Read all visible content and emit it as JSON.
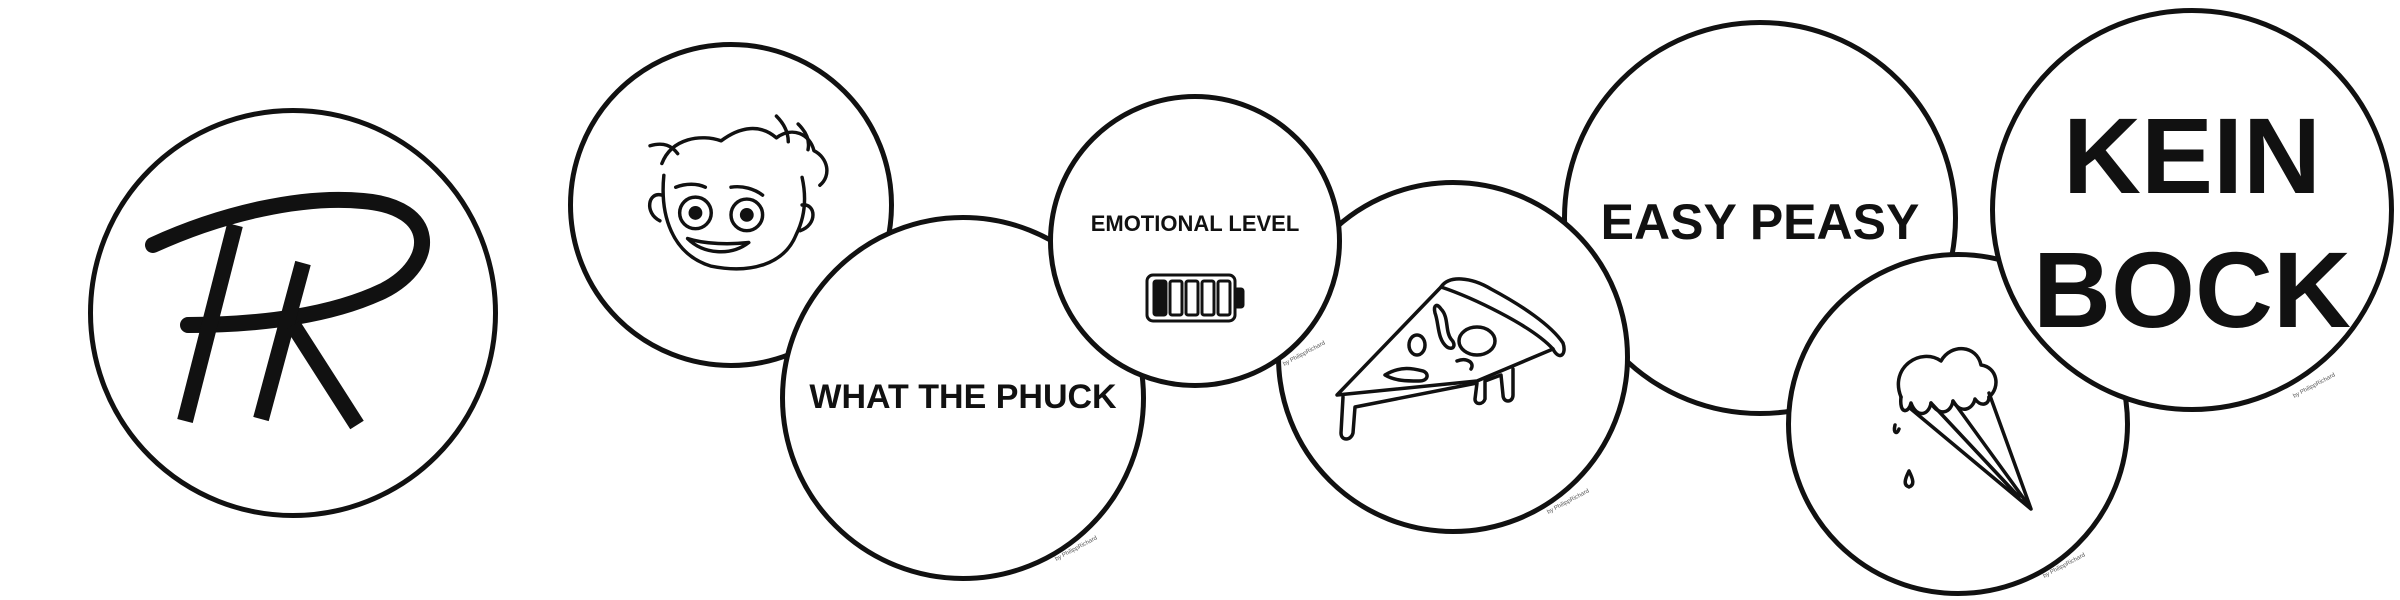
{
  "stickers": {
    "logo": {
      "icon": "hk-monogram-icon"
    },
    "face": {
      "icon": "cartoon-face-icon"
    },
    "wtp": {
      "text": "WHAT THE PHUCK"
    },
    "emotion": {
      "text": "EMOTIONAL LEVEL",
      "icon": "battery-low-icon",
      "battery_level_fraction": 0.2
    },
    "pizza": {
      "icon": "pizza-slice-icon"
    },
    "easy": {
      "text": "EASY PEASY"
    },
    "icecream": {
      "icon": "melting-ice-cream-icon"
    },
    "keinbock": {
      "line1": "KEIN",
      "line2": "BOCK"
    }
  },
  "credit": "by PhilippRichard",
  "colors": {
    "stroke": "#111111",
    "background": "#ffffff"
  }
}
